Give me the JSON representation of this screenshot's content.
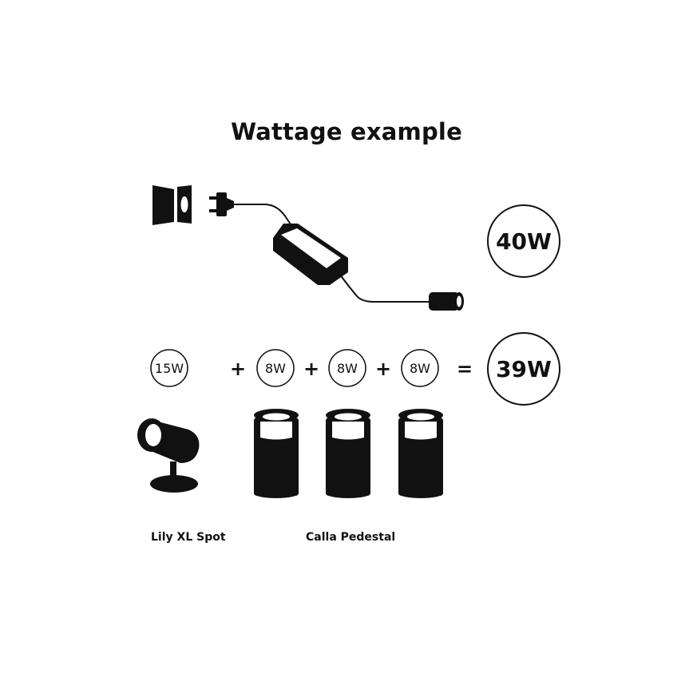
{
  "title": "Wattage example",
  "power_supply_rating": "40W",
  "badges": [
    {
      "value": "15W"
    },
    {
      "value": "8W"
    },
    {
      "value": "8W"
    },
    {
      "value": "8W"
    }
  ],
  "total": "39W",
  "operators": [
    "+",
    "+",
    "+",
    "="
  ],
  "products": [
    {
      "name": "Lily XL Spot"
    },
    {
      "name": "Calla Pedestal"
    }
  ],
  "colors": {
    "ink": "#111111",
    "background": "#ffffff"
  },
  "icons": [
    "wall-socket-icon",
    "plug-icon",
    "power-adapter-icon",
    "cable-connector-icon",
    "spotlight-icon",
    "pedestal-light-icon"
  ]
}
